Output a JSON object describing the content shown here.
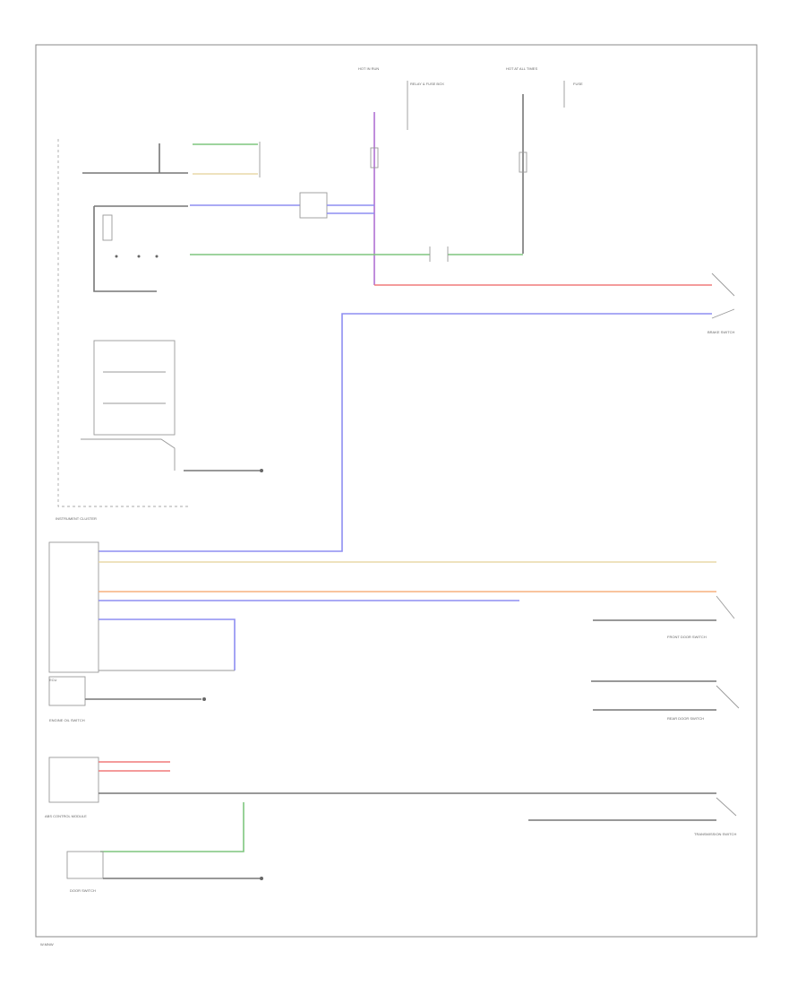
{
  "footer": {
    "code": "W.MNW"
  },
  "labels": {
    "hot_in_run": "HOT IN RUN",
    "relay_box": "RELAY & FUSE BOX",
    "hot_at_all_times": "HOT AT ALL TIMES",
    "fuse": "FUSE",
    "instrument_cluster": "INSTRUMENT CLUSTER",
    "ecu": "ECU",
    "engine_oil_switch": "ENGINE OIL SWITCH",
    "abs_control_module": "ABS CONTROL MODULE",
    "door_switch": "DOOR SWITCH",
    "transmission_switch": "TRANSMISSION SWITCH",
    "front_door_switch": "FRONT DOOR SWITCH",
    "rear_door_switch": "REAR DOOR SWITCH",
    "brake_switch": "BRAKE SWITCH"
  },
  "colors": {
    "green": "#7fc67f",
    "blue": "#8e8ef2",
    "purple": "#b071d4",
    "red": "#f07a7a",
    "orange": "#f7b07e",
    "yellow": "#e8d8a8",
    "frame": "#888888"
  }
}
